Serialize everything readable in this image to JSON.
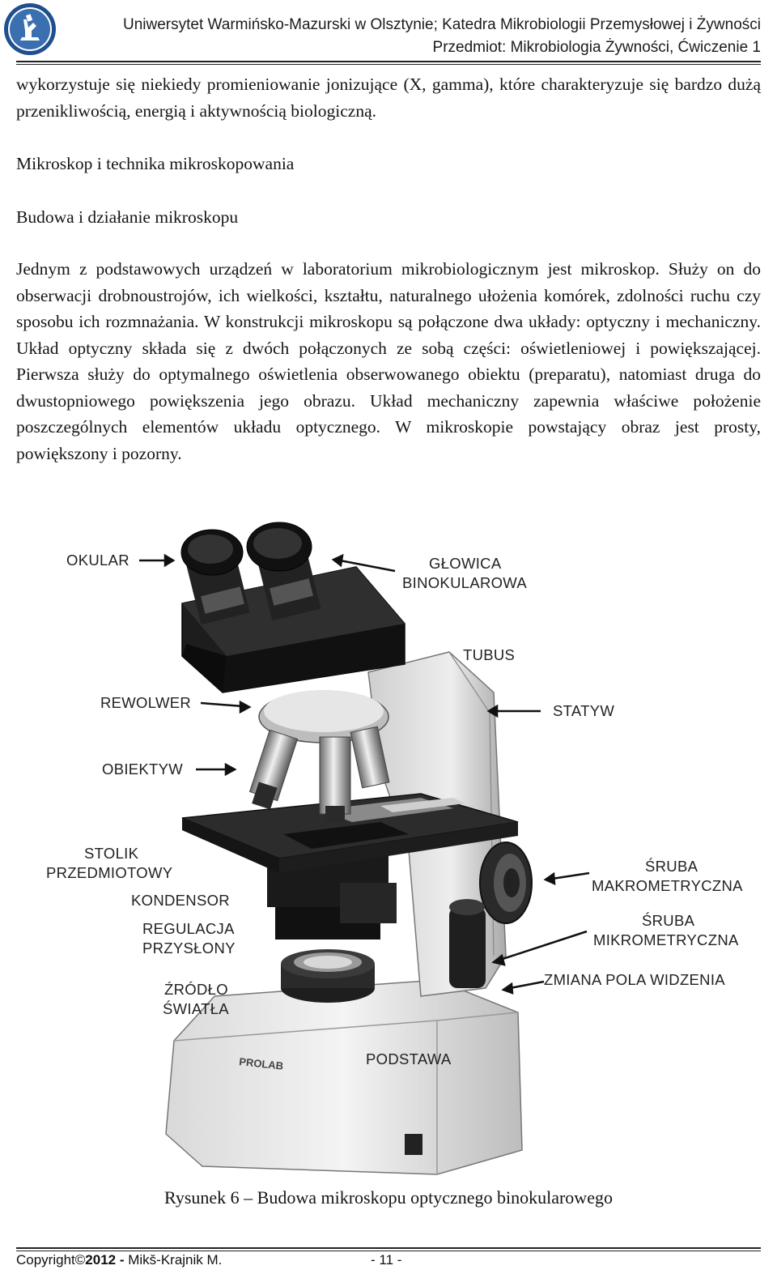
{
  "header": {
    "institution": "Uniwersytet Warmińsko-Mazurski w Olsztynie; Katedra Mikrobiologii Przemysłowej i Żywności",
    "subject": "Przedmiot: Mikrobiologia Żywności, Ćwiczenie 1"
  },
  "content": {
    "intro_paragraph": "wykorzystuje się niekiedy promieniowanie jonizujące (X, gamma), które charakteryzuje się bardzo dużą przenikliwością, energią i aktywnością biologiczną.",
    "section_heading": "Mikroskop i technika mikroskopowania",
    "subsection_heading": "Budowa i działanie mikroskopu",
    "body_paragraph": "Jednym z podstawowych urządzeń w laboratorium mikrobiologicznym jest mikroskop. Służy on do obserwacji drobnoustrojów, ich wielkości, kształtu, naturalnego ułożenia komórek, zdolności ruchu czy sposobu ich rozmnażania. W konstrukcji mikroskopu są połączone dwa układy: optyczny i mechaniczny. Układ optyczny składa się z dwóch połączonych ze sobą części: oświetleniowej i powiększającej. Pierwsza służy do optymalnego oświetlenia obserwowanego obiektu (preparatu), natomiast druga do dwustopniowego powiększenia jego obrazu. Układ mechaniczny zapewnia właściwe położenie poszczególnych elementów układu optycznego. W mikroskopie powstający obraz jest prosty, powiększony i pozorny."
  },
  "figure": {
    "labels": {
      "okular": "OKULAR",
      "glowica_1": "GŁOWICA",
      "glowica_2": "BINOKULAROWA",
      "tubus": "TUBUS",
      "rewolwer": "REWOLWER",
      "statyw": "STATYW",
      "obiektyw": "OBIEKTYW",
      "stolik_1": "STOLIK",
      "stolik_2": "PRZEDMIOTOWY",
      "sruba_makro_1": "ŚRUBA",
      "sruba_makro_2": "MAKROMETRYCZNA",
      "kondensor": "KONDENSOR",
      "sruba_mikro_1": "ŚRUBA",
      "sruba_mikro_2": "MIKROMETRYCZNA",
      "regulacja_1": "REGULACJA",
      "regulacja_2": "PRZYSŁONY",
      "zrodlo_1": "ŹRÓDŁO",
      "zrodlo_2": "ŚWIATŁA",
      "zmiana_pola": "ZMIANA POLA WIDZENIA",
      "podstawa": "PODSTAWA",
      "brand": "PROLAB"
    },
    "caption": "Rysunek 6 – Budowa mikroskopu optycznego binokularowego"
  },
  "footer": {
    "copyright_prefix": "Copyright©",
    "copyright_year": "2012 -",
    "copyright_author": " Mikš-Krajnik M.",
    "page_number": "- 11 -"
  },
  "colors": {
    "logo_blue": "#1f4f8f",
    "text": "#151515"
  }
}
